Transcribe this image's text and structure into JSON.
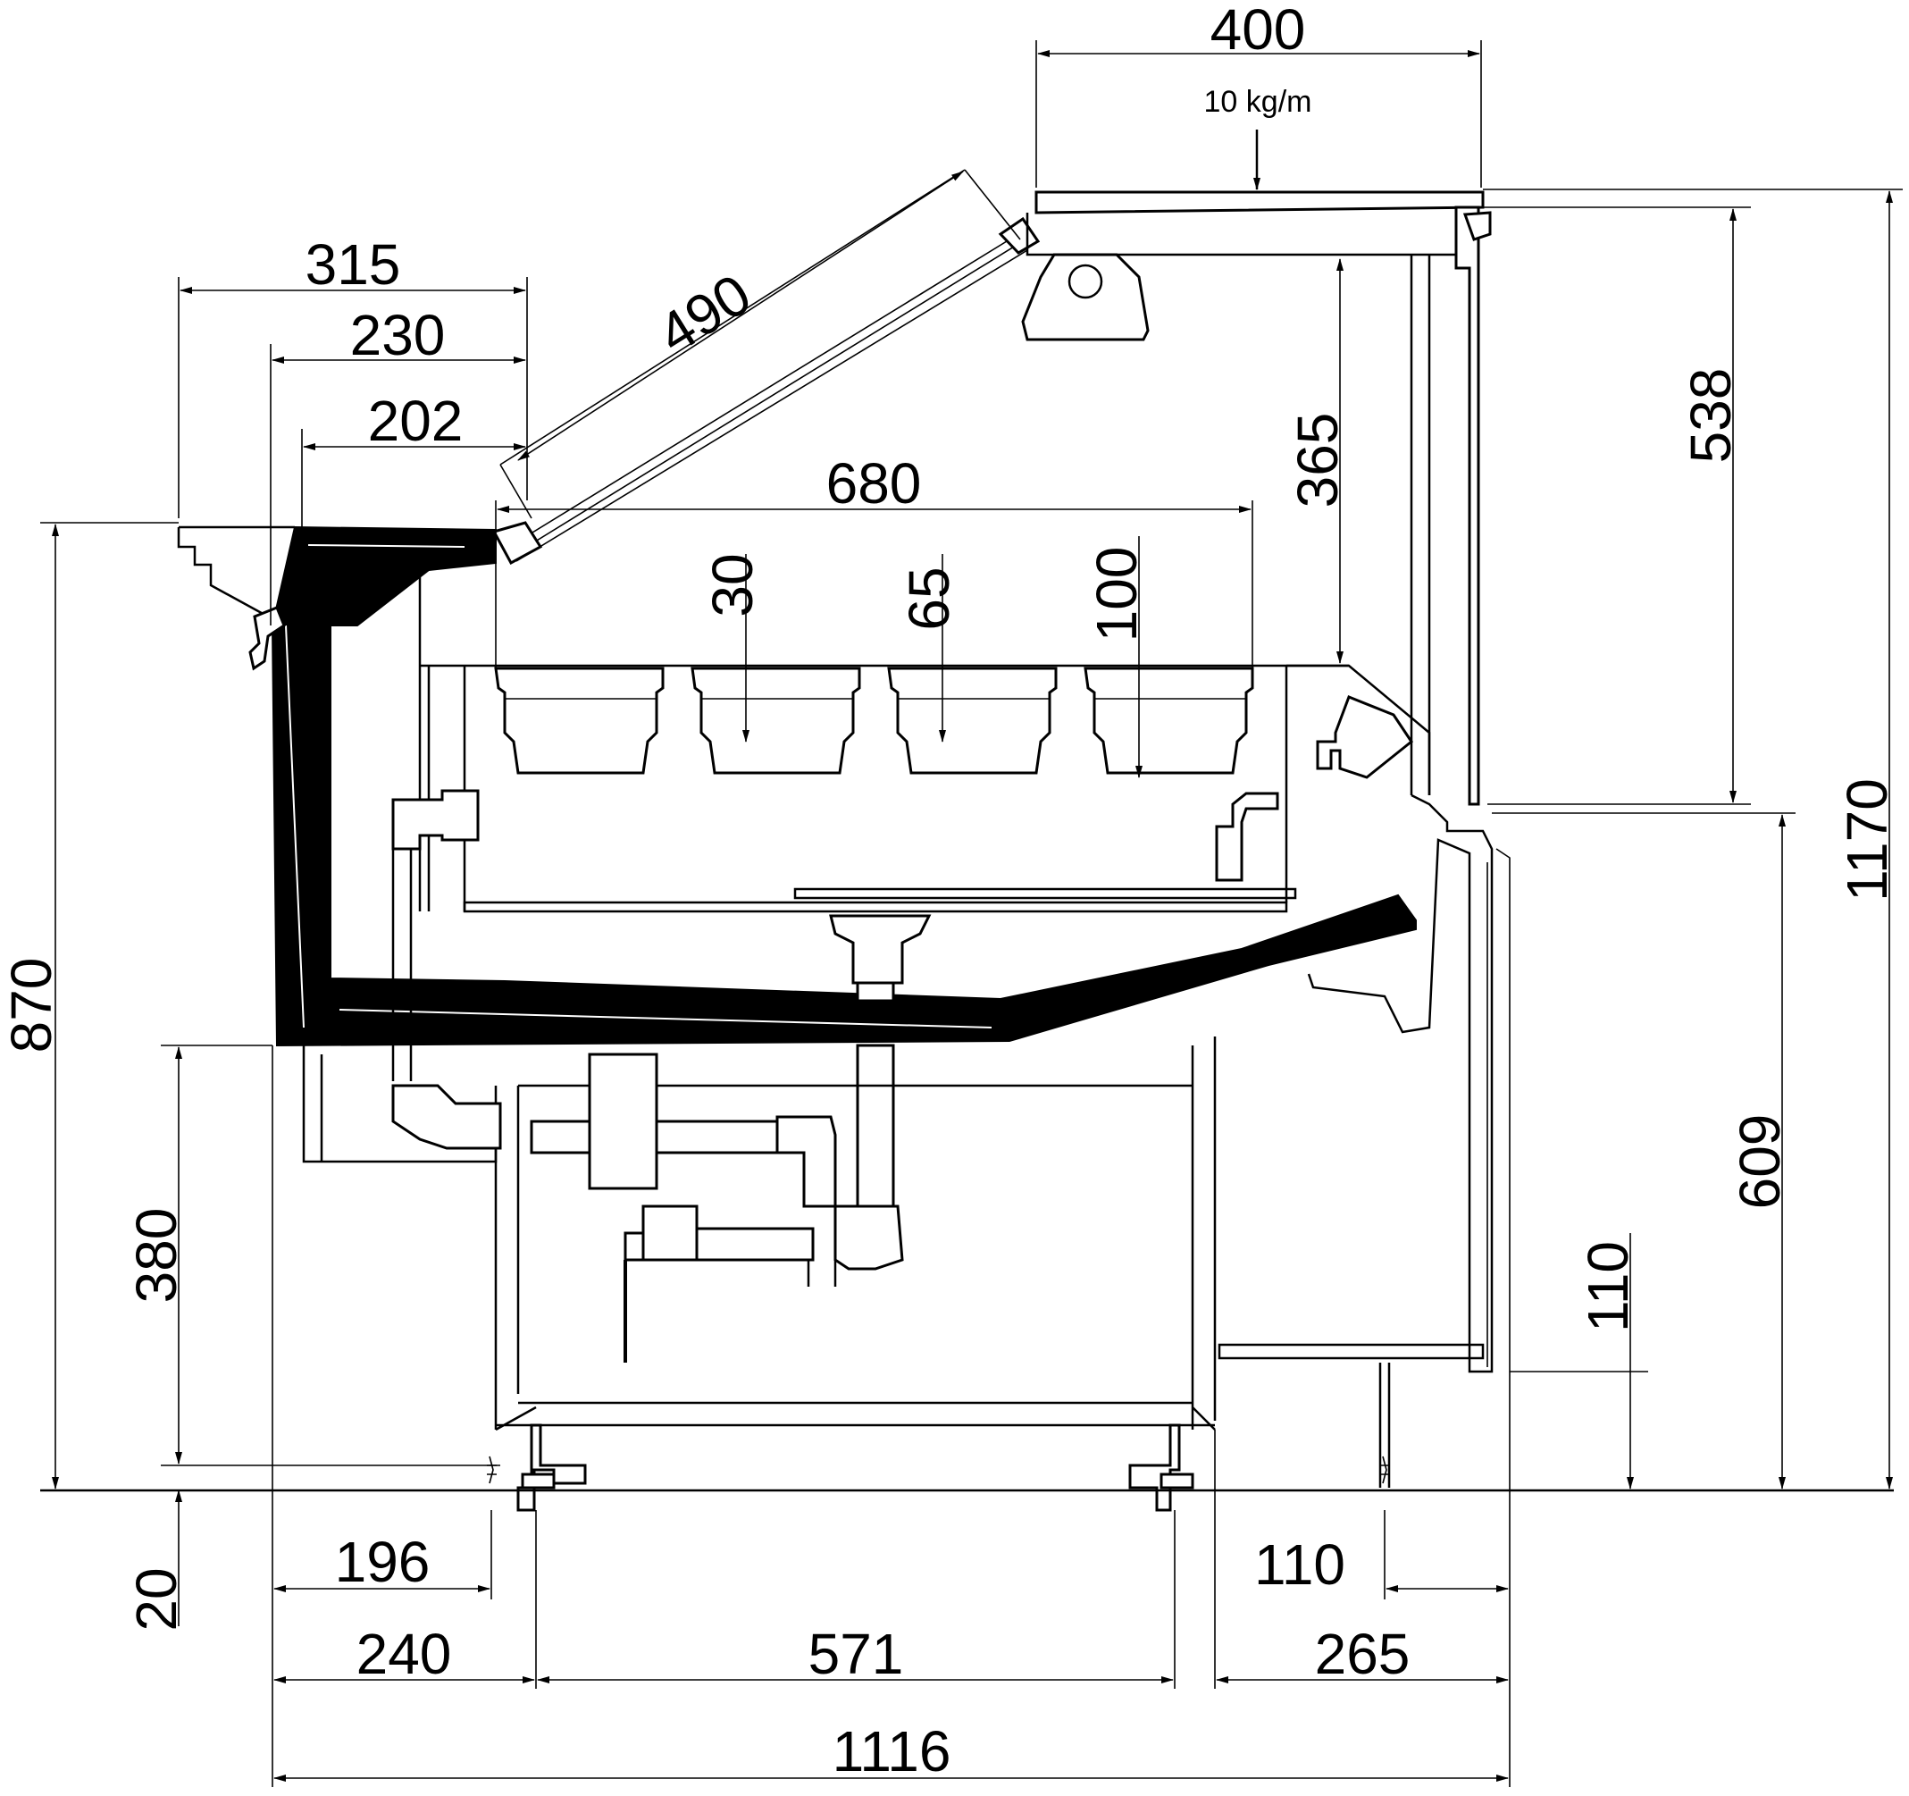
{
  "load_label": "10 kg/m",
  "dimensions": {
    "top_width": "400",
    "glass_length": "490",
    "overhang_315": "315",
    "overhang_230": "230",
    "overhang_202": "202",
    "display_width": "680",
    "pan_depth_30": "30",
    "pan_depth_65": "65",
    "pan_depth_100": "100",
    "shelf_height": "365",
    "rear_opening": "538",
    "total_height": "1170",
    "counter_height": "870",
    "rear_height": "609",
    "base_height": "380",
    "rear_step": "110",
    "foot_height": "20",
    "front_offset": "196",
    "rear_offset": "110",
    "front_base": "240",
    "base_width": "571",
    "rear_base": "265",
    "total_depth": "1116"
  }
}
